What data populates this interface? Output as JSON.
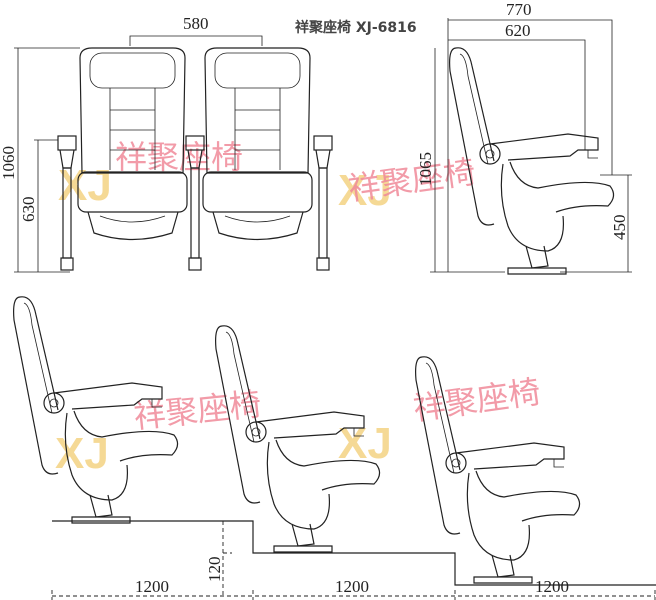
{
  "title": "祥聚座椅 XJ-6816",
  "watermark": {
    "text": "祥聚座椅",
    "logo": "XJ",
    "text_color": "#f08a9a",
    "logo_color": "#f5d58a"
  },
  "front_view": {
    "seat_spacing": "580",
    "overall_height": "1060",
    "armrest_height": "630"
  },
  "side_view": {
    "overall_depth": "770",
    "folded_depth": "620",
    "overall_height": "1065",
    "seat_height": "450"
  },
  "tiered_view": {
    "step_height": "120",
    "row_spacing": [
      "1200",
      "1200",
      "1200"
    ]
  }
}
